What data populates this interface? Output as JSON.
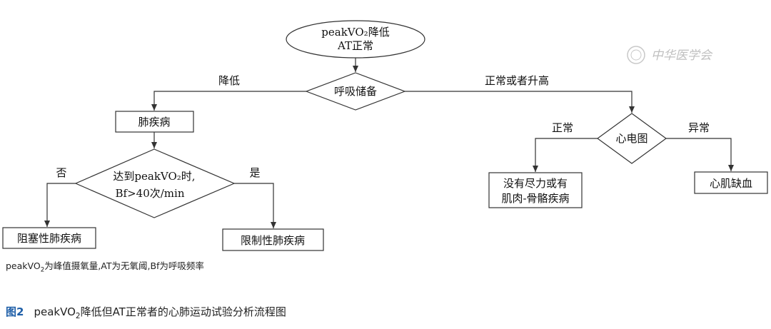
{
  "nodes": {
    "start_line1": "peakVO₂降低",
    "start_line2": "AT正常",
    "breathing_reserve": "呼吸储备",
    "lung_disease": "肺疾病",
    "decision_line1": "达到peakVO₂时,",
    "decision_line2": "Bf>40次/min",
    "obstructive": "阻塞性肺疾病",
    "restrictive": "限制性肺疾病",
    "ecg": "心电图",
    "no_effort_line1": "没有尽力或有",
    "no_effort_line2": "肌肉-骨骼疾病",
    "ischemia": "心肌缺血"
  },
  "edges": {
    "decreased": "降低",
    "normal_or_high": "正常或者升高",
    "no": "否",
    "yes": "是",
    "normal": "正常",
    "abnormal": "异常"
  },
  "footnote": {
    "pre": "peakVO",
    "sub": "2",
    "post": "为峰值摄氧量,AT为无氧阈,Bf为呼吸频率"
  },
  "caption": {
    "label": "图2",
    "pre": "peakVO",
    "sub": "2",
    "post": "降低但AT正常者的心肺运动试验分析流程图"
  },
  "watermark": {
    "text": "中华医学会"
  }
}
